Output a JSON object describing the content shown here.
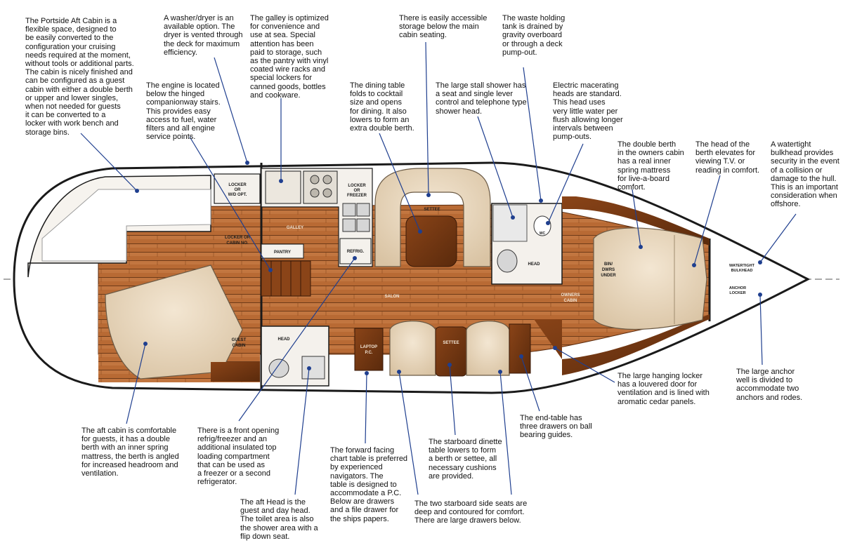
{
  "callouts": {
    "aft_cabin_portside": "The Portside Aft Cabin is a\nflexible space, designed to\nbe easily converted to the\nconfiguration your cruising\nneeds required at the moment,\nwithout tools or additional parts.\nThe cabin is nicely finished and\ncan be configured as a guest\ncabin with either a double berth\nor upper and lower singles,\nwhen not needed for guests\nit can be converted to a\nlocker with work bench and\nstorage bins.",
    "washer_dryer": "A washer/dryer is an\navailable option. The\ndryer is vented through\nthe deck for maximum\nefficiency.",
    "engine": "The engine is located\nbelow the hinged\ncompanionway stairs.\nThis provides easy\naccess to fuel, water\nfilters and all engine\nservice points.",
    "galley": "The galley is optimized\nfor convenience and\nuse at sea. Special\nattention has been\npaid to storage, such\nas the pantry with vinyl\ncoated wire racks and\nspecial lockers for\ncanned goods, bottles\nand cookware.",
    "dining_table": "The dining table\nfolds to cocktail\nsize and opens\nfor dining. It also\nlowers to form an\nextra double berth.",
    "storage_seating": "There is easily accessible\nstorage below the main\ncabin seating.",
    "shower": "The large stall shower has\na seat and single lever\ncontrol and telephone type\nshower head.",
    "waste_tank": "The waste holding\ntank is drained by\ngravity overboard\nor through a deck\npump-out.",
    "macerating_heads": "Electric macerating\nheads are standard.\nThis head uses\nvery little water per\nflush allowing longer\nintervals between\npump-outs.",
    "owners_berth": "The double berth\nin the owners cabin\nhas a real inner\nspring mattress\nfor live-a-board\ncomfort.",
    "berth_head": "The head of the\nberth elevates for\nviewing T.V. or\nreading in comfort.",
    "watertight_bulkhead": "A watertight\nbulkhead provides\nsecurity in the event\nof a collision or\ndamage to the hull.\nThis is an important\nconsideration when\noffshore.",
    "hanging_locker": "The large hanging locker\nhas a louvered door for\nventilation and is lined with\naromatic cedar panels.",
    "anchor_well": "The large anchor\nwell is divided to\naccommodate two\nanchors and rodes.",
    "end_table": "The end-table has\nthree drawers on ball\nbearing guides.",
    "aft_cabin_comfort": "The aft cabin is comfortable\nfor guests, it has a double\nberth with an inner spring\nmattress, the berth is angled\nfor increased headroom and\nventilation.",
    "refrig_freezer": "There is a front opening\nrefrig/freezer and an\nadditional insulated top\nloading compartment\nthat can be used as\na freezer or a second\nrefrigerator.",
    "aft_head": "The aft Head is the\nguest and day head.\nThe toilet area is also\nthe shower area with a\nflip down seat.",
    "chart_table": "The forward facing\nchart table is preferred\nby experienced\nnavigators. The\ntable is designed to\naccommodate a P.C.\nBelow are drawers\nand a file drawer for\nthe ships papers.",
    "dinette_table": "The starboard dinette\ntable lowers to form\na berth or settee, all\nnecessary cushions\nare provided.",
    "starboard_seats": "The two starboard side seats are\ndeep and contoured for comfort.\nThere are large drawers below."
  },
  "plan_labels": {
    "locker_wd_1": "LOCKER",
    "locker_wd_2": "OR",
    "locker_wd_3": "W/D OPT.",
    "locker_cabin_1": "LOCKER OR",
    "locker_cabin_2": "CABIN NO.",
    "galley": "GALLEY",
    "pantry": "PANTRY",
    "locker_freezer_1": "LOCKER",
    "locker_freezer_2": "OR",
    "locker_freezer_3": "FREEZER",
    "refrig": "REFRIG.",
    "settee_port": "SETTEE",
    "salon": "SALON",
    "settee_stbd": "SETTEE",
    "laptop_1": "LAPTOP",
    "laptop_2": "P.C.",
    "head_fwd": "HEAD",
    "head_aft": "HEAD",
    "wc": "WC",
    "guest_cabin_1": "GUEST",
    "guest_cabin_2": "CABIN",
    "owners_cabin_1": "OWNERS",
    "owners_cabin_2": "CABIN",
    "bin_1": "BIN/",
    "bin_2": "DWRS",
    "bin_3": "UNDER",
    "bulkhead_1": "WATERTIGHT",
    "bulkhead_2": "BULKHEAD",
    "anchor_1": "ANCHOR",
    "anchor_2": "LOCKER"
  },
  "colors": {
    "hull_outline": "#1a1a1a",
    "wood_sole": "#b86a34",
    "dark_wood": "#7a3a16",
    "cushion": "#e8d8bf",
    "leader_line": "#1f3f8f"
  }
}
